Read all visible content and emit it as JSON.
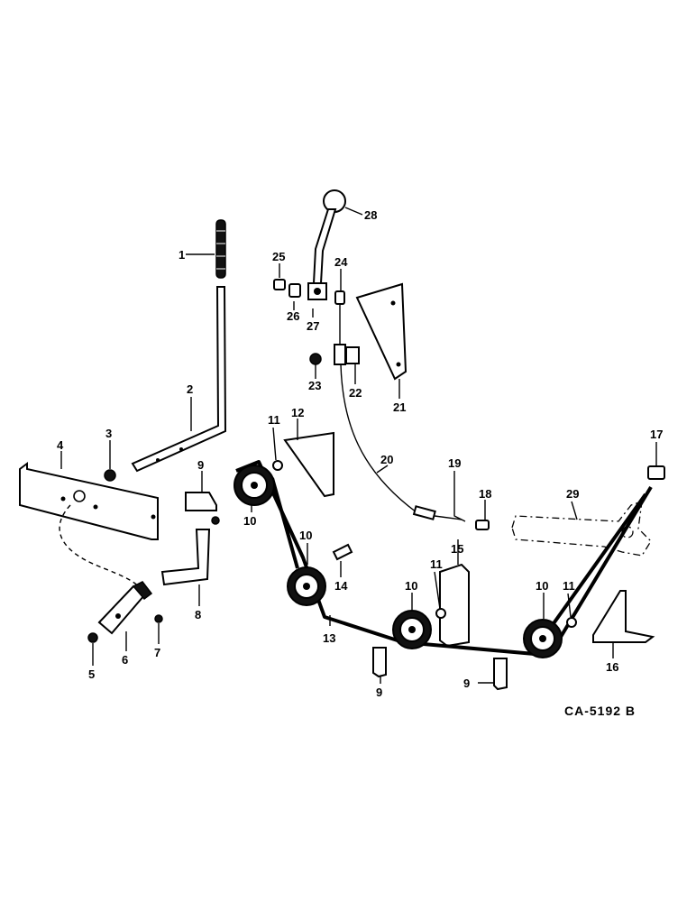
{
  "diagram_code": "CA-5192 B",
  "callouts": {
    "c1": "1",
    "c2": "2",
    "c3": "3",
    "c4": "4",
    "c5": "5",
    "c6": "6",
    "c7": "7",
    "c8": "8",
    "c9a": "9",
    "c9b": "9",
    "c9c": "9",
    "c10a": "10",
    "c10b": "10",
    "c10c": "10",
    "c10d": "10",
    "c11a": "11",
    "c11b": "11",
    "c11c": "11",
    "c12": "12",
    "c13": "13",
    "c14": "14",
    "c15": "15",
    "c16": "16",
    "c17": "17",
    "c18": "18",
    "c19": "19",
    "c20": "20",
    "c21": "21",
    "c22": "22",
    "c23": "23",
    "c24": "24",
    "c25": "25",
    "c26": "26",
    "c27": "27",
    "c28": "28",
    "c29": "29"
  }
}
